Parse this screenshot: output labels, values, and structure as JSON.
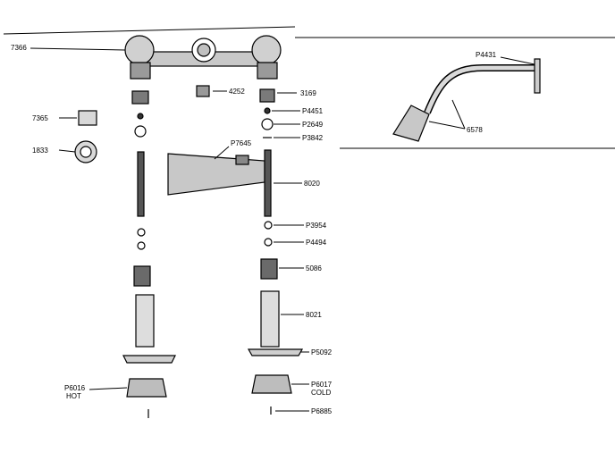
{
  "parts": {
    "p7366": "7366",
    "p7365": "7365",
    "p1833": "1833",
    "p4252": "4252",
    "p3169": "3169",
    "pP4451": "P4451",
    "pP2649": "P2649",
    "pP3842": "P3842",
    "pP7645": "P7645",
    "p8020": "8020",
    "pP3954": "P3954",
    "pP4494": "P4494",
    "p5086": "5086",
    "p8021": "8021",
    "pP5092": "P5092",
    "pP6016": "P6016",
    "hot": "HOT",
    "pP6017": "P6017",
    "cold": "COLD",
    "pP6885": "P6885",
    "pP4431": "P4431",
    "p6578": "6578"
  }
}
